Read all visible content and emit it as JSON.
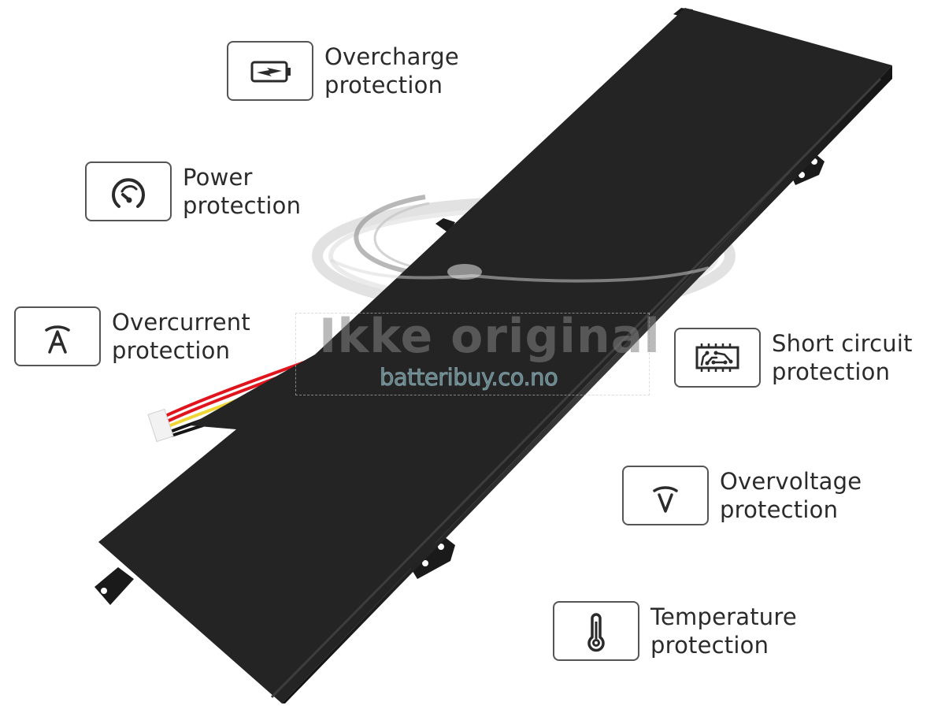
{
  "product": {
    "type": "laptop-battery",
    "body_color": "#242424",
    "edge_color": "#111111",
    "connector_wires": [
      "#e0141c",
      "#e0141c",
      "#f0d634",
      "#151515",
      "#151515"
    ]
  },
  "watermark": {
    "text": "Ikke original",
    "url": "batteribuy.co.no"
  },
  "features": [
    {
      "icon": "battery-charging-icon",
      "line1": "Overcharge",
      "line2": "protection"
    },
    {
      "icon": "gauge-icon",
      "line1": "Power",
      "line2": "protection"
    },
    {
      "icon": "ampere-icon",
      "line1": "Overcurrent",
      "line2": "protection"
    },
    {
      "icon": "circuit-chip-icon",
      "line1": "Short circuit",
      "line2": "protection"
    },
    {
      "icon": "voltage-icon",
      "line1": "Overvoltage",
      "line2": "protection"
    },
    {
      "icon": "thermometer-icon",
      "line1": "Temperature",
      "line2": "protection"
    }
  ]
}
